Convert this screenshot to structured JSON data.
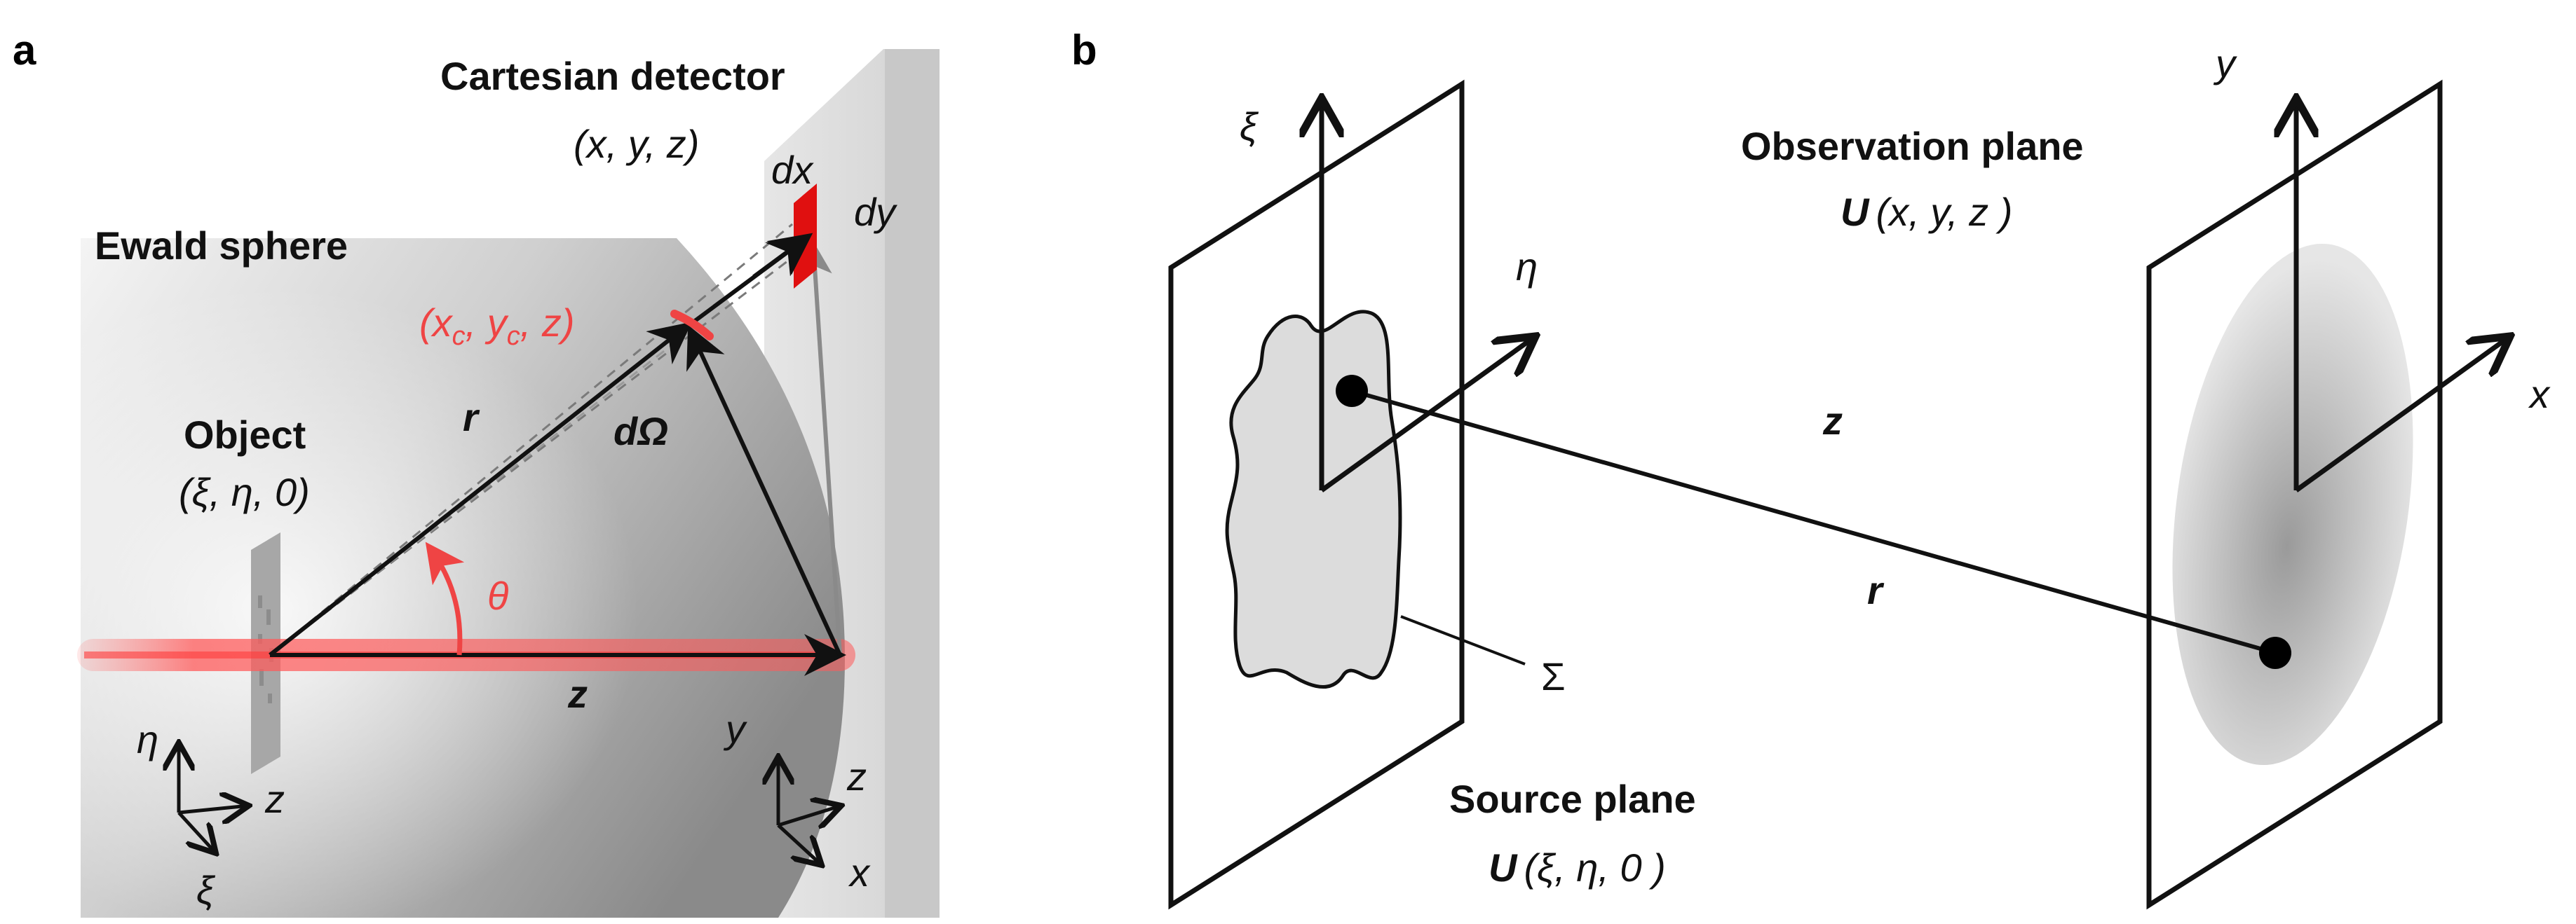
{
  "panel_a": {
    "letter": "a",
    "detector_title": "Cartesian detector",
    "detector_coords": "(x, y, z)",
    "dx": "dx",
    "dy": "dy",
    "sphere_label": "Ewald sphere",
    "xc_label": "(xc, yc, z)",
    "r_label": "r",
    "domega_label": "dΩ",
    "object_title": "Object",
    "object_coords": "(ξ, η, 0)",
    "theta": "θ",
    "z_label": "z",
    "y_label": "y",
    "obj_axes": {
      "eta": "η",
      "z": "z",
      "xi": "ξ"
    },
    "det_axes": {
      "z": "z",
      "x": "x"
    }
  },
  "panel_b": {
    "letter": "b",
    "xi": "ξ",
    "eta": "η",
    "y": "y",
    "x": "x",
    "obs_title": "Observation plane",
    "obs_eq": "U (x, y, z )",
    "z_label": "z",
    "r_label": "r",
    "sigma": "Σ",
    "src_title": "Source plane",
    "src_eq": "U (ξ, η, 0 )"
  },
  "colors": {
    "red": "#ef4444",
    "detector_red": "#e01010",
    "ink": "#111111",
    "grey_wall": "#c8c8c8"
  }
}
